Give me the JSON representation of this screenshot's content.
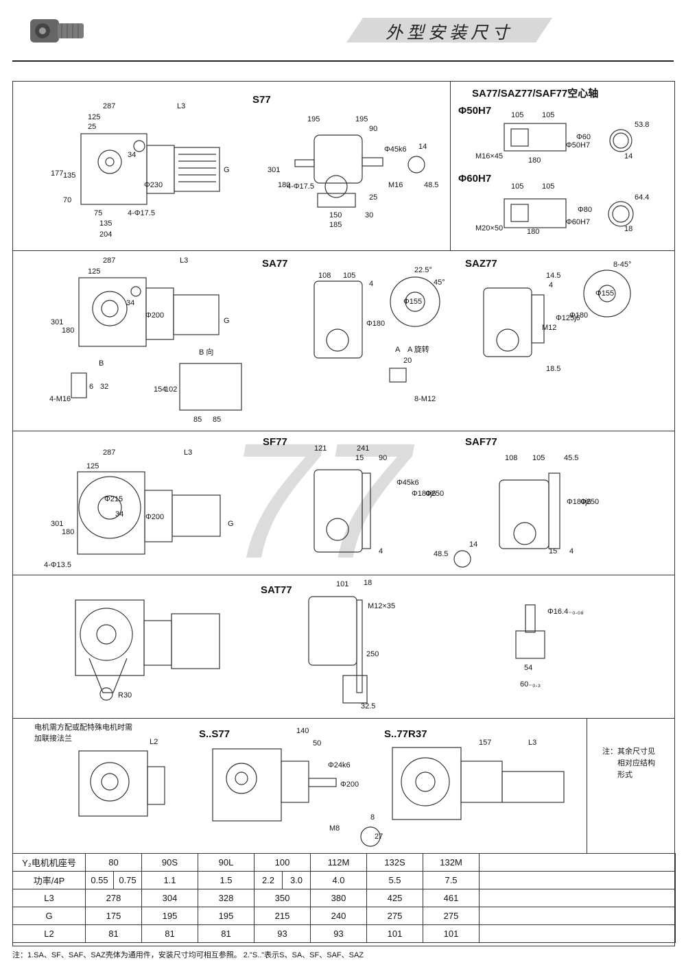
{
  "header": {
    "title": "外型安装尺寸"
  },
  "sections": {
    "s77": {
      "label": "S77",
      "dims_left": [
        "287",
        "L3",
        "125",
        "25",
        "34",
        "Φ230",
        "177",
        "135",
        "70",
        "G",
        "75",
        "4-Φ17.5",
        "135",
        "204"
      ],
      "dims_right": [
        "195",
        "195",
        "90",
        "Φ45k6",
        "14",
        "301",
        "180",
        "4-Φ17.5",
        "M16",
        "48.5",
        "25",
        "150",
        "30",
        "185"
      ]
    },
    "hollow": {
      "label": "SA77/SAZ77/SAF77空心轴",
      "sub1": "Φ50H7",
      "sub2": "Φ60H7",
      "dims1": [
        "105",
        "105",
        "Φ60",
        "Φ50H7",
        "M16×45",
        "180",
        "53.8",
        "14"
      ],
      "dims2": [
        "105",
        "105",
        "Φ80",
        "Φ60H7",
        "M20×50",
        "180",
        "64.4",
        "18"
      ]
    },
    "sa77": {
      "label": "SA77",
      "dims": [
        "287",
        "L3",
        "125",
        "34",
        "Φ200",
        "301",
        "180",
        "G",
        "B",
        "108",
        "105",
        "4",
        "Φ180",
        "22.5°",
        "45°",
        "Φ155",
        "B 向",
        "154",
        "102",
        "85",
        "85",
        "6",
        "32",
        "4-M16",
        "A",
        "A  旋转",
        "20",
        "8-M12"
      ]
    },
    "saz77": {
      "label": "SAZ77",
      "dims": [
        "14.5",
        "4",
        "8-45°",
        "Φ155",
        "M12",
        "Φ125j6",
        "Φ180",
        "18.5"
      ]
    },
    "sf77": {
      "label": "SF77",
      "dims": [
        "287",
        "L3",
        "125",
        "Φ215",
        "34",
        "Φ200",
        "301",
        "180",
        "G",
        "4-Φ13.5",
        "121",
        "241",
        "15",
        "90",
        "Φ45k6",
        "Φ180j6",
        "Φ250",
        "4",
        "14",
        "48.5"
      ]
    },
    "saf77": {
      "label": "SAF77",
      "dims": [
        "108",
        "105",
        "45.5",
        "Φ180j6",
        "Φ250",
        "15",
        "4"
      ]
    },
    "sat77": {
      "label": "SAT77",
      "dims": [
        "101",
        "18",
        "M12×35",
        "250",
        "R30",
        "32.5",
        "Φ16.4₋₀.₀₈",
        "54",
        "60₋₀.₃"
      ]
    },
    "bottom": {
      "left_note": [
        "电机需方配或配特殊电机时需",
        "加联接法兰"
      ],
      "l2": "L2",
      "ss77_label": "S..S77",
      "ss77_dims": [
        "140",
        "50",
        "Φ24k6",
        "Φ200",
        "M8",
        "8",
        "27"
      ],
      "s77r37_label": "S..77R37",
      "s77r37_dims": [
        "157",
        "L3"
      ],
      "right_note": [
        "注：其余尺寸见",
        "相对应结构",
        "形式"
      ]
    }
  },
  "watermark": "77",
  "table": {
    "rows": [
      {
        "head": "Y₂电机机座号",
        "cells": [
          "80",
          "90S",
          "90L",
          "100",
          "112M",
          "132S",
          "132M"
        ]
      },
      {
        "head": "功率/4P",
        "cells": [
          "0.55",
          "0.75",
          "1.1",
          "1.5",
          "2.2",
          "3.0",
          "4.0",
          "5.5",
          "7.5"
        ]
      },
      {
        "head": "L3",
        "cells": [
          "278",
          "304",
          "328",
          "350",
          "380",
          "425",
          "461"
        ]
      },
      {
        "head": "G",
        "cells": [
          "175",
          "195",
          "195",
          "215",
          "240",
          "275",
          "275"
        ]
      },
      {
        "head": "L2",
        "cells": [
          "81",
          "81",
          "81",
          "93",
          "93",
          "101",
          "101"
        ]
      }
    ]
  },
  "footnote": "注：1.SA、SF、SAF、SAZ壳体为通用件，安装尺寸均可相互参照。 2.\"S..\"表示S、SA、SF、SAF、SAZ"
}
